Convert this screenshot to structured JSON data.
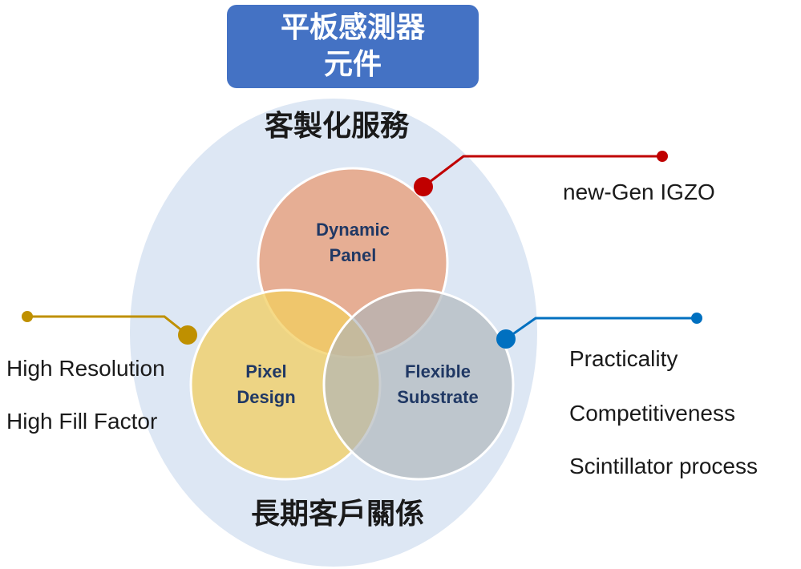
{
  "title": {
    "line1": "平板感測器",
    "line2": "元件"
  },
  "top_label": "客製化服務",
  "bottom_label": "長期客戶關係",
  "circles": {
    "dynamic_panel": {
      "line1": "Dynamic",
      "line2": "Panel",
      "color": "#e8a382"
    },
    "pixel_design": {
      "line1": "Pixel",
      "line2": "Design",
      "color": "#f2cd5f"
    },
    "flexible_substrate": {
      "line1": "Flexible",
      "line2": "Substrate",
      "color": "#b4b7bb"
    }
  },
  "callouts": {
    "igzo": {
      "items": [
        "new-Gen IGZO"
      ],
      "color": "#c00000"
    },
    "left": {
      "items": [
        "High Resolution",
        "High Fill Factor"
      ],
      "color": "#bf9000"
    },
    "right": {
      "items": [
        "Practicality",
        "Competitiveness",
        "Scintillator process"
      ],
      "color": "#0070c0"
    }
  },
  "colors": {
    "background_ellipse": "#dde7f4",
    "title_box": "#4472c4",
    "circle_text": "#203864"
  }
}
